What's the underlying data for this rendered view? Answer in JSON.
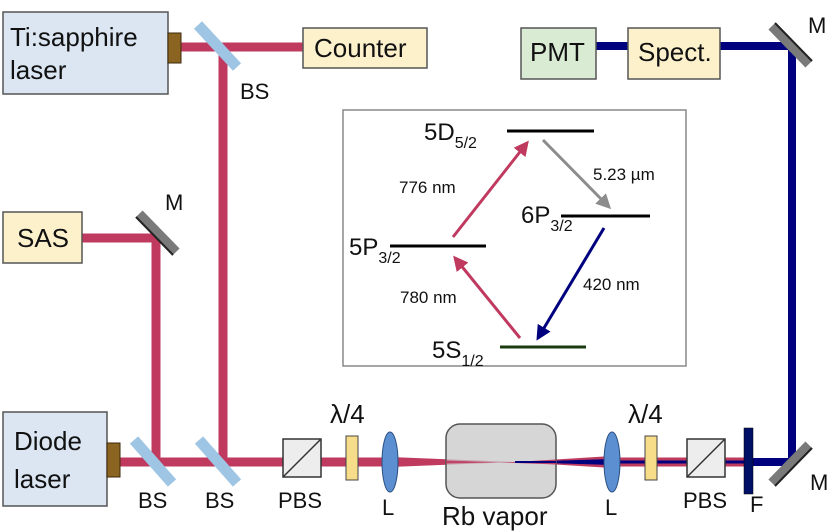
{
  "colors": {
    "red_beam": "#c0395f",
    "blue_beam": "#00007f",
    "laser_box_fill": "#dbe6f2",
    "counter_box_fill": "#fdf1cc",
    "pmt_box_fill": "#d9ebd3",
    "beamsplitter": "#9ec5e3",
    "mirror": "#7a7a7a",
    "laser_aperture": "#8a6420",
    "lens": "#5b8fd1",
    "waveplate": "#f7dc8a",
    "cell": "#c8c8c8",
    "filter": "#001066",
    "inset_border": "#888888",
    "ground_level": "#1a3b12",
    "grey_arrow": "#8c8c8c"
  },
  "components": {
    "ti_sapphire": "Ti:sapphire\nlaser",
    "counter": "Counter",
    "pmt": "PMT",
    "spect": "Spect.",
    "sas": "SAS",
    "diode": "Diode\nlaser",
    "rb_vapor": "Rb vapor"
  },
  "labels": {
    "bs": "BS",
    "m": "M",
    "pbs": "PBS",
    "lambda4": "λ/4",
    "lens": "L",
    "filter": "F"
  },
  "levels": {
    "d52": {
      "main": "5D",
      "sub": "5/2"
    },
    "p32": {
      "main": "5P",
      "sub": "3/2"
    },
    "p6": {
      "main": "6P",
      "sub": "3/2"
    },
    "s12": {
      "main": "5S",
      "sub": "1/2"
    }
  },
  "transitions": {
    "nm776": "776 nm",
    "um523": "5.23 µm",
    "nm780": "780 nm",
    "nm420": "420 nm"
  }
}
